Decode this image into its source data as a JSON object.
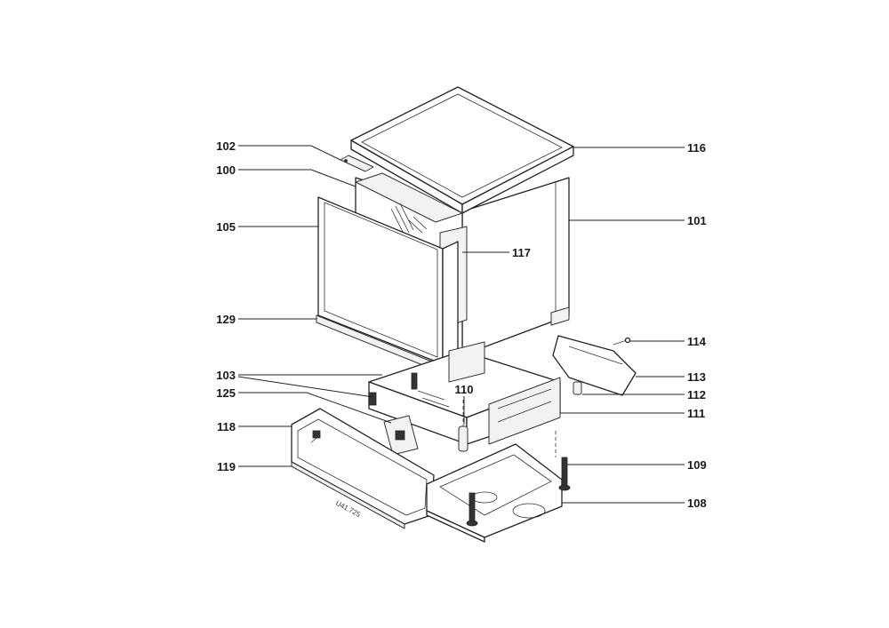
{
  "labels": [
    {
      "id": "102",
      "text": "102"
    },
    {
      "id": "100",
      "text": "100"
    },
    {
      "id": "105",
      "text": "105"
    },
    {
      "id": "129",
      "text": "129"
    },
    {
      "id": "103",
      "text": "103"
    },
    {
      "id": "125",
      "text": "125"
    },
    {
      "id": "118",
      "text": "118"
    },
    {
      "id": "119",
      "text": "119"
    },
    {
      "id": "116",
      "text": "116"
    },
    {
      "id": "101",
      "text": "101"
    },
    {
      "id": "117",
      "text": "117"
    },
    {
      "id": "114",
      "text": "114"
    },
    {
      "id": "113",
      "text": "113"
    },
    {
      "id": "112",
      "text": "112"
    },
    {
      "id": "110",
      "text": "110"
    },
    {
      "id": "111",
      "text": "111"
    },
    {
      "id": "109",
      "text": "109"
    },
    {
      "id": "108",
      "text": "108"
    }
  ],
  "drawing_code": "U41.725"
}
